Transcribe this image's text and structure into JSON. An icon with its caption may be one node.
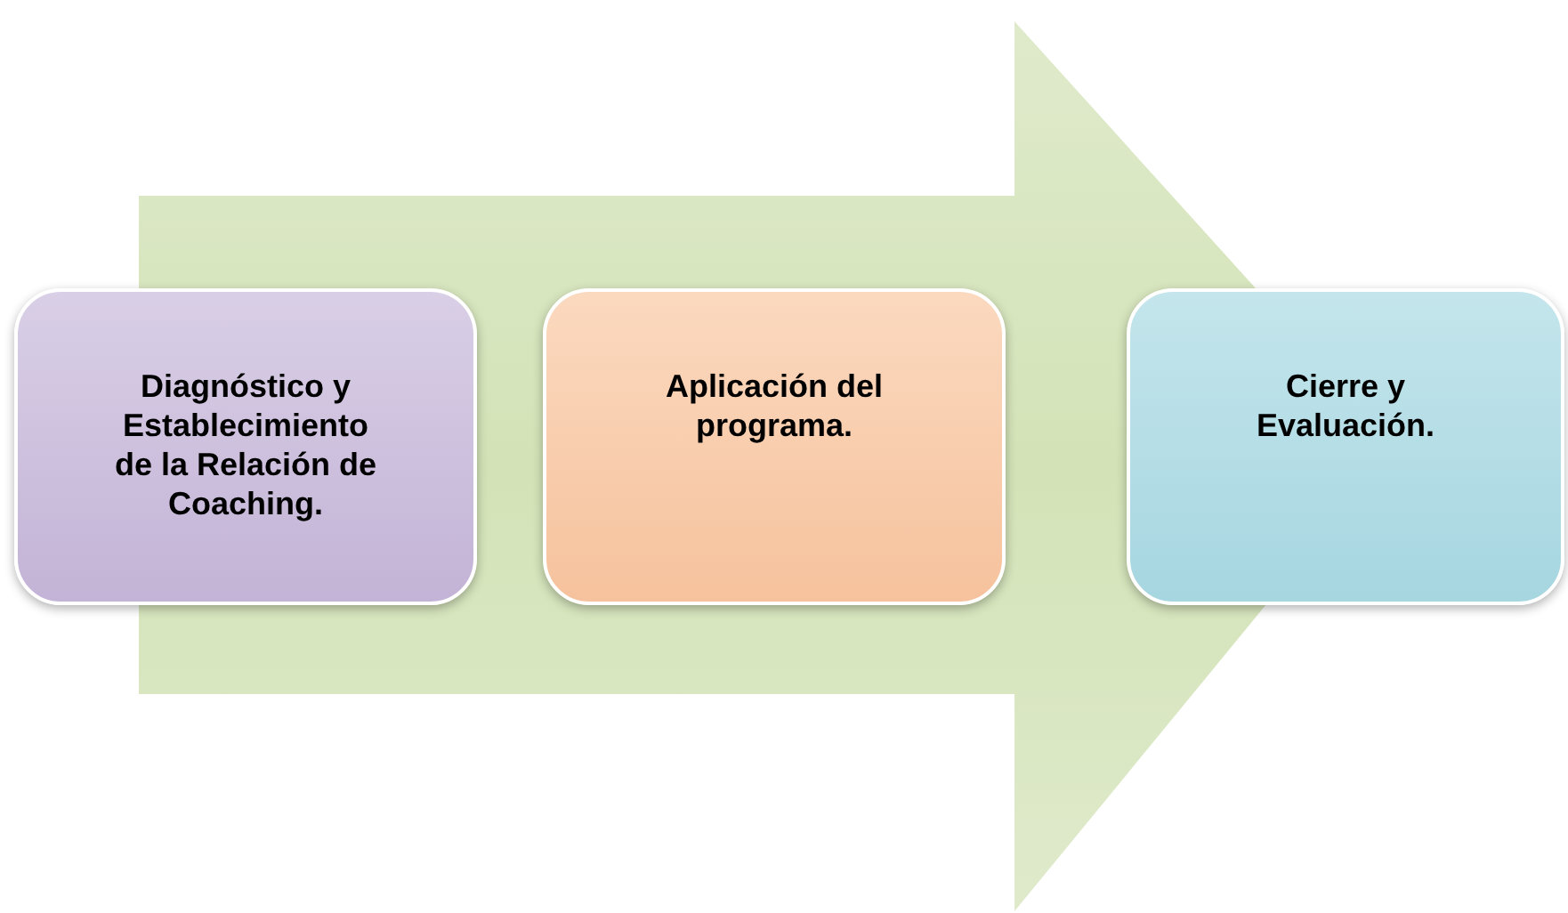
{
  "diagram": {
    "nodes": [
      {
        "text": [
          "Diagnóstico y Establecimiento de la Relación de Coaching."
        ]
      },
      {
        "text": [
          "Aplicación del programa."
        ]
      },
      {
        "text": [
          "Cierre y Evaluación."
        ]
      }
    ],
    "edges": [
      {
        "from": 0,
        "to": 2,
        "arrow": "to",
        "style": "thick"
      }
    ]
  }
}
